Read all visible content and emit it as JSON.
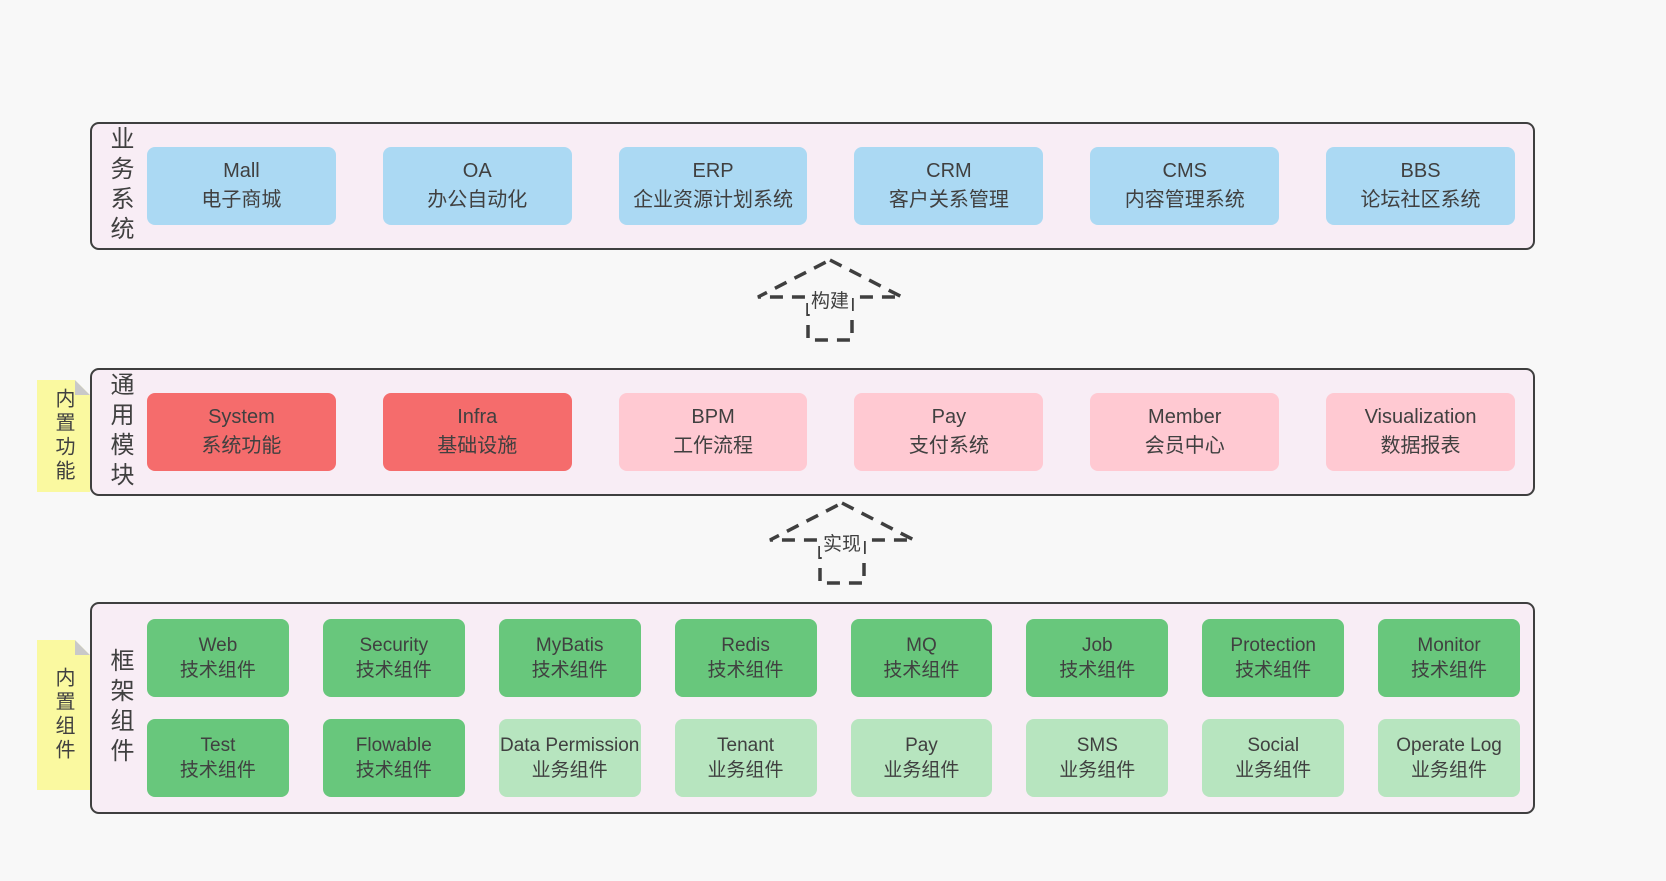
{
  "colors": {
    "page-bg": "#f8f8f8",
    "band-bg": "#f8edf5",
    "band-border": "#3f3f3f",
    "text": "#404040",
    "arrow": "#3f3f3f",
    "blue": "#abd9f3",
    "red": "#f56c6c",
    "pink": "#ffc9d2",
    "green": "#68c77c",
    "light-green": "#b7e5bf",
    "sticky-bg": "#faf9a0",
    "sticky-fold": "#c9c9c9"
  },
  "bands": [
    {
      "label": "业务系统",
      "boxes": [
        {
          "title": "Mall",
          "subtitle": "电子商城"
        },
        {
          "title": "OA",
          "subtitle": "办公自动化"
        },
        {
          "title": "ERP",
          "subtitle": "企业资源计划系统"
        },
        {
          "title": "CRM",
          "subtitle": "客户关系管理"
        },
        {
          "title": "CMS",
          "subtitle": "内容管理系统"
        },
        {
          "title": "BBS",
          "subtitle": "论坛社区系统"
        }
      ]
    },
    {
      "label": "通用模块",
      "sticky": "内置功能",
      "boxes": [
        {
          "title": "System",
          "subtitle": "系统功能"
        },
        {
          "title": "Infra",
          "subtitle": "基础设施"
        },
        {
          "title": "BPM",
          "subtitle": "工作流程"
        },
        {
          "title": "Pay",
          "subtitle": "支付系统"
        },
        {
          "title": "Member",
          "subtitle": "会员中心"
        },
        {
          "title": "Visualization",
          "subtitle": "数据报表"
        }
      ]
    },
    {
      "label": "框架组件",
      "sticky": "内置组件",
      "row1": [
        {
          "title": "Web",
          "subtitle": "技术组件"
        },
        {
          "title": "Security",
          "subtitle": "技术组件"
        },
        {
          "title": "MyBatis",
          "subtitle": "技术组件"
        },
        {
          "title": "Redis",
          "subtitle": "技术组件"
        },
        {
          "title": "MQ",
          "subtitle": "技术组件"
        },
        {
          "title": "Job",
          "subtitle": "技术组件"
        },
        {
          "title": "Protection",
          "subtitle": "技术组件"
        },
        {
          "title": "Monitor",
          "subtitle": "技术组件"
        }
      ],
      "row2": [
        {
          "title": "Test",
          "subtitle": "技术组件"
        },
        {
          "title": "Flowable",
          "subtitle": "技术组件"
        },
        {
          "title": "Data Permission",
          "subtitle": "业务组件"
        },
        {
          "title": "Tenant",
          "subtitle": "业务组件"
        },
        {
          "title": "Pay",
          "subtitle": "业务组件"
        },
        {
          "title": "SMS",
          "subtitle": "业务组件"
        },
        {
          "title": "Social",
          "subtitle": "业务组件"
        },
        {
          "title": "Operate Log",
          "subtitle": "业务组件"
        }
      ]
    }
  ],
  "arrows": [
    {
      "label": "构建"
    },
    {
      "label": "实现"
    }
  ]
}
